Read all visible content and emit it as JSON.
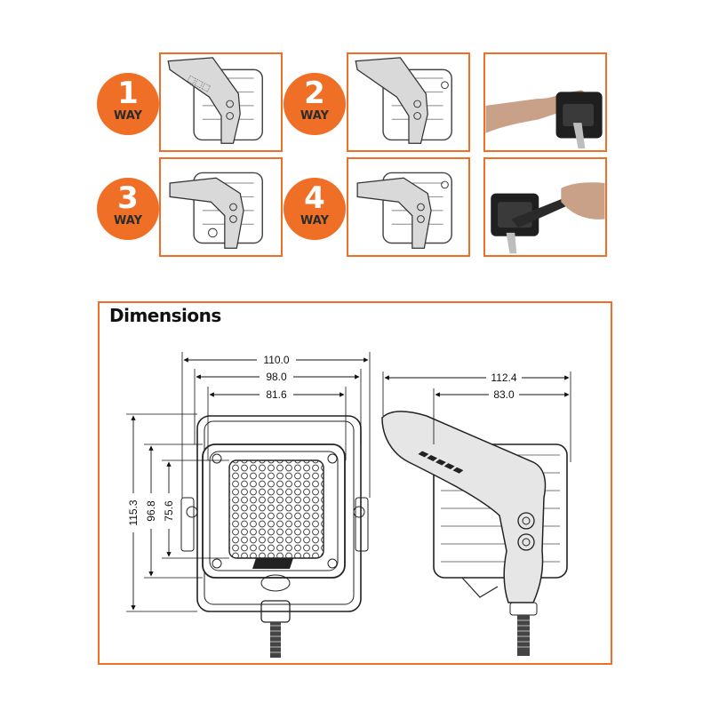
{
  "colors": {
    "accent": "#EE6F25",
    "ink": "#2b2b2b"
  },
  "mounting_options": [
    {
      "number": "1",
      "label": "WAY"
    },
    {
      "number": "2",
      "label": "WAY"
    },
    {
      "number": "3",
      "label": "WAY"
    },
    {
      "number": "4",
      "label": "WAY"
    }
  ],
  "photos": [
    {
      "name": "hand-adjusting-bracket-photo"
    },
    {
      "name": "hand-holding-light-photo"
    }
  ],
  "dimensions": {
    "title": "Dimensions",
    "front": {
      "overall_width": "110.0",
      "frame_width": "98.0",
      "lens_width": "81.6",
      "overall_height": "115.3",
      "frame_height": "96.8",
      "lens_height": "75.6"
    },
    "side": {
      "overall_depth": "112.4",
      "body_depth": "83.0"
    }
  }
}
